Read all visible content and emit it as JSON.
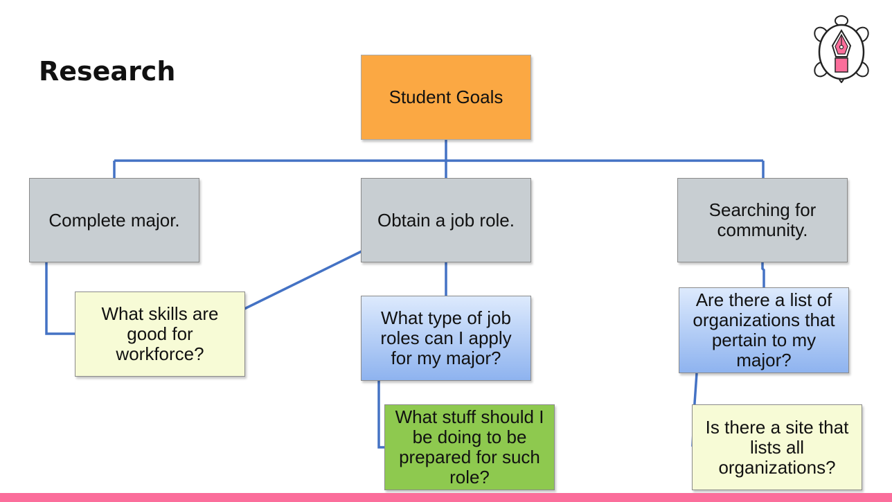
{
  "slide": {
    "title": "Research"
  },
  "nodes": {
    "student_goals": "Student Goals",
    "complete_major": "Complete major.",
    "obtain_job_role": "Obtain a job role.",
    "searching_community": "Searching for community.",
    "skills_workforce": "What skills are good for workforce?",
    "job_roles_major": "What type of job roles can I apply for my major?",
    "prepared_role": "What stuff should I be doing to be prepared for such role?",
    "org_list": "Are there a list of organizations that pertain to my major?",
    "site_orgs": "Is there a site that lists all organizations?"
  },
  "colors": {
    "connector": "#4472c4",
    "root": "#fba843",
    "level1": "#c8ced2",
    "question_yellow": "#f7fbd6",
    "question_blue": "#8eb3ef",
    "question_green": "#8ec94f",
    "accent_bar": "#fb6e9b"
  },
  "logo": {
    "icon": "turtle-pen-nib-logo"
  }
}
